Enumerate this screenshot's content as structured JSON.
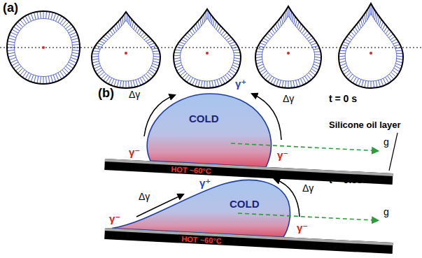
{
  "diagram": {
    "nodes": [
      {
        "text": [
          "COLD"
        ]
      },
      {
        "text": [
          "HOT ~60°C"
        ]
      },
      {
        "text": [
          "COLD"
        ]
      },
      {
        "text": [
          "HOT ~60°C"
        ]
      }
    ],
    "labels": [
      "(a)",
      "(b)",
      "t = 0 s",
      "t = 0.33 s",
      "Silicone oil layer",
      "γ⁺",
      "Δγ",
      "Δγ",
      "γ⁻",
      "γ⁻",
      "g",
      "γ⁺",
      "Δγ",
      "Δγ",
      "γ⁻",
      "γ⁻",
      "g"
    ]
  }
}
